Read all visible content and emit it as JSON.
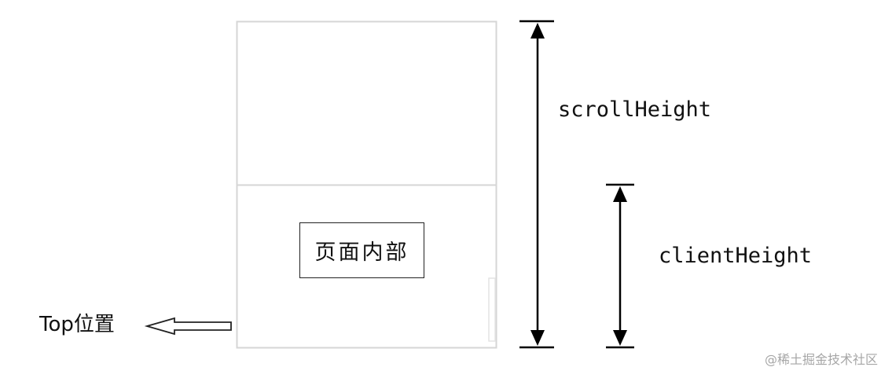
{
  "diagram": {
    "labels": {
      "page_content": "页面内部",
      "scroll_height": "scrollHeight",
      "client_height": "clientHeight",
      "top_position": "Top位置"
    },
    "watermark": "@稀土掘金技术社区"
  },
  "colors": {
    "frame_border": "#d6d6d6",
    "arrow": "#000000",
    "scrollbar_thumb": "#e4e4e4",
    "watermark": "#a6a6a6"
  }
}
